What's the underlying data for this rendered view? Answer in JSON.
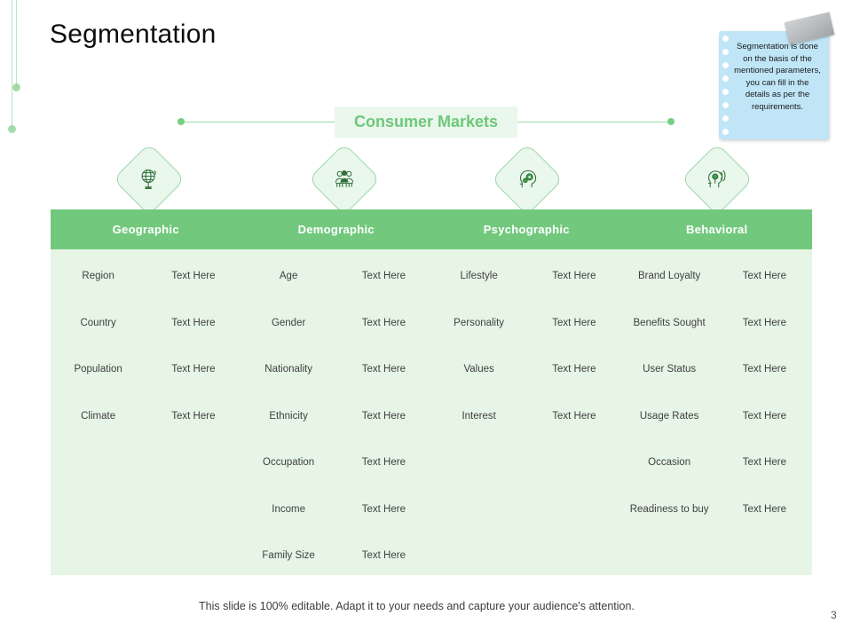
{
  "slide": {
    "title": "Segmentation",
    "page_number": "3",
    "footer_note": "This slide is 100% editable. Adapt it to your needs and capture your audience's attention.",
    "accent_green": "#72c97d",
    "banner_bg": "#eaf7ec",
    "body_bg": "#e6f5e6",
    "note_bg": "#bfe5f7"
  },
  "note": {
    "text": "Segmentation is done on the basis of the mentioned parameters, you can fill in the details as per the requirements."
  },
  "banner": {
    "label": "Consumer Markets"
  },
  "icons": [
    {
      "name": "globe-icon",
      "for": "Geographic"
    },
    {
      "name": "people-group-icon",
      "for": "Demographic"
    },
    {
      "name": "head-gears-icon",
      "for": "Psychographic"
    },
    {
      "name": "head-signal-icon",
      "for": "Behavioral"
    }
  ],
  "table": {
    "headers": [
      "Geographic",
      "Demographic",
      "Psychographic",
      "Behavioral"
    ],
    "rows": [
      [
        {
          "label": "Region",
          "value": "Text Here"
        },
        {
          "label": "Age",
          "value": "Text Here"
        },
        {
          "label": "Lifestyle",
          "value": "Text Here"
        },
        {
          "label": "Brand Loyalty",
          "value": "Text Here"
        }
      ],
      [
        {
          "label": "Country",
          "value": "Text Here"
        },
        {
          "label": "Gender",
          "value": "Text Here"
        },
        {
          "label": "Personality",
          "value": "Text Here"
        },
        {
          "label": "Benefits Sought",
          "value": "Text Here"
        }
      ],
      [
        {
          "label": "Population",
          "value": "Text Here"
        },
        {
          "label": "Nationality",
          "value": "Text Here"
        },
        {
          "label": "Values",
          "value": "Text Here"
        },
        {
          "label": "User Status",
          "value": "Text Here"
        }
      ],
      [
        {
          "label": "Climate",
          "value": "Text Here"
        },
        {
          "label": "Ethnicity",
          "value": "Text Here"
        },
        {
          "label": "Interest",
          "value": "Text Here"
        },
        {
          "label": "Usage Rates",
          "value": "Text Here"
        }
      ],
      [
        {
          "label": "",
          "value": ""
        },
        {
          "label": "Occupation",
          "value": "Text Here"
        },
        {
          "label": "",
          "value": ""
        },
        {
          "label": "Occasion",
          "value": "Text Here"
        }
      ],
      [
        {
          "label": "",
          "value": ""
        },
        {
          "label": "Income",
          "value": "Text Here"
        },
        {
          "label": "",
          "value": ""
        },
        {
          "label": "Readiness to buy",
          "value": "Text Here"
        }
      ],
      [
        {
          "label": "",
          "value": ""
        },
        {
          "label": "Family Size",
          "value": "Text Here"
        },
        {
          "label": "",
          "value": ""
        },
        {
          "label": "",
          "value": ""
        }
      ]
    ]
  }
}
